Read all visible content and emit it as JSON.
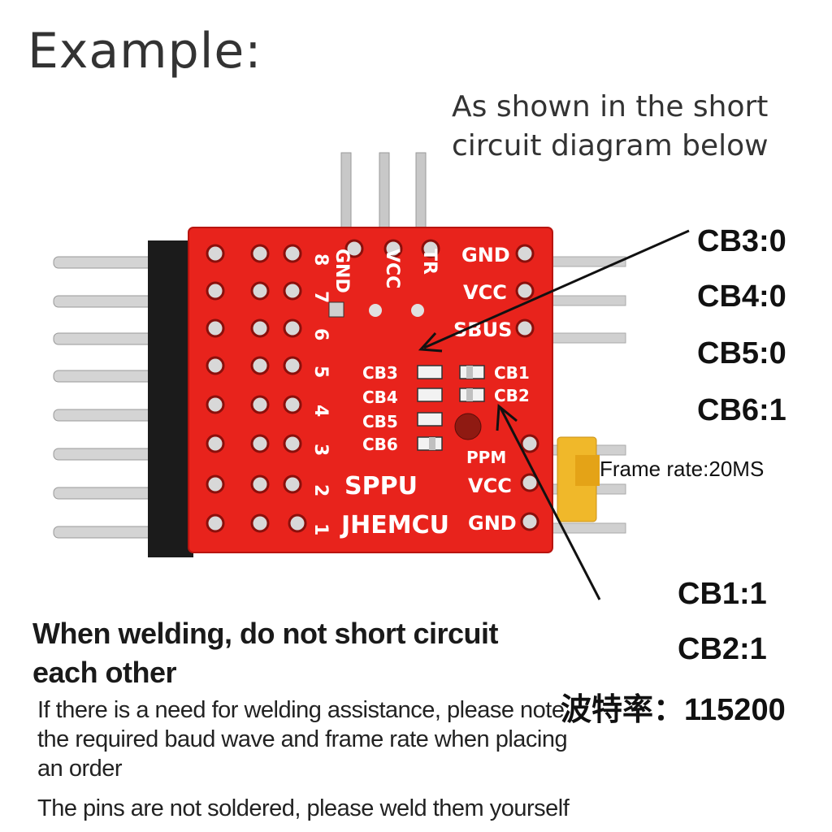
{
  "header": {
    "title": "Example:",
    "subtitle_line1": "As shown in the short",
    "subtitle_line2": "circuit diagram below"
  },
  "settings": {
    "cb3": "CB3:0",
    "cb4": "CB4:0",
    "cb5": "CB5:0",
    "cb6": "CB6:1",
    "frame_rate": "Frame rate:20MS",
    "cb1": "CB1:1",
    "cb2": "CB2:1",
    "baud_rate": "波特率：115200"
  },
  "notes": {
    "warning": "When welding, do not short circuit each other",
    "assistance": "If there is a need for welding assistance, please note the required baud wave and frame rate when placing an order",
    "pins": "The pins are not soldered, please weld them yourself"
  },
  "board_silkscreen": {
    "brand": "JHEMCU",
    "model": "SPPU",
    "right_top": [
      "GND",
      "VCC",
      "SBUS"
    ],
    "right_bottom": [
      "PPM",
      "VCC",
      "GND"
    ],
    "top_pins": [
      "GND",
      "VCC",
      "TR"
    ],
    "channels": [
      "8",
      "7",
      "6",
      "5",
      "4",
      "3",
      "2",
      "1"
    ],
    "pads_left": [
      "CB3",
      "CB4",
      "CB5",
      "CB6"
    ],
    "pads_right": [
      "CB1",
      "CB2"
    ]
  },
  "colors": {
    "board_red": "#e8231c",
    "header_black": "#1b1b1b",
    "pin_silver": "#c9c9c9",
    "connector_yellow": "#f0b82a"
  }
}
